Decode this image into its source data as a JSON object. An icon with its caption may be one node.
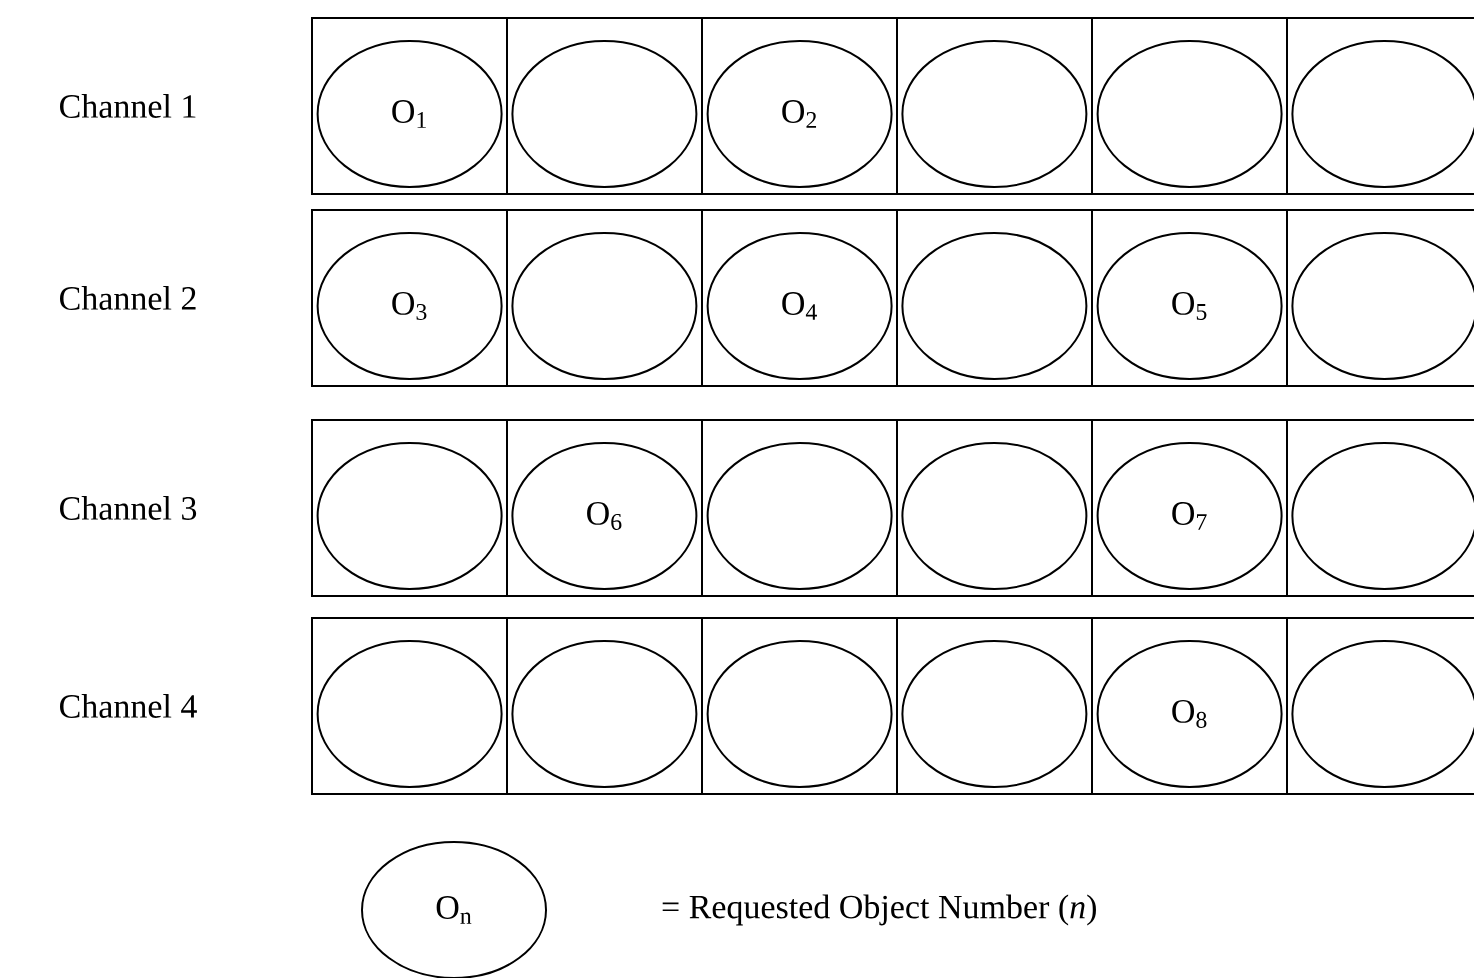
{
  "diagram": {
    "nodes": [
      {
        "text": [
          "Channel 1"
        ]
      },
      {
        "text": [
          "O$_{1}$"
        ],
        "in": 0
      },
      {
        "text": [],
        "shape": "circle",
        "in": 0
      },
      {
        "text": [
          "O$_{2}$"
        ],
        "in": 0
      },
      {
        "text": [],
        "shape": "circle",
        "in": 0
      },
      {
        "text": [],
        "shape": "circle",
        "in": 0
      },
      {
        "text": [],
        "shape": "circle",
        "in": 0
      },
      {
        "text": [
          "Channel 2"
        ]
      },
      {
        "text": [
          "O$_{3}$"
        ],
        "in": 7
      },
      {
        "text": [],
        "shape": "circle",
        "in": 7
      },
      {
        "text": [
          "O$_{4}$"
        ],
        "in": 7
      },
      {
        "text": [],
        "shape": "circle",
        "in": 7
      },
      {
        "text": [
          "O$_{5}$"
        ],
        "in": 7
      },
      {
        "text": [],
        "shape": "circle",
        "in": 7
      },
      {
        "text": [
          "Channel 3"
        ]
      },
      {
        "text": [],
        "shape": "circle",
        "in": 14
      },
      {
        "text": [
          "O$_{6}$"
        ],
        "in": 14
      },
      {
        "text": [],
        "shape": "circle",
        "in": 14
      },
      {
        "text": [],
        "shape": "circle",
        "in": 14
      },
      {
        "text": [
          "O$_{7}$"
        ],
        "in": 14
      },
      {
        "text": [],
        "shape": "circle",
        "in": 14
      },
      {
        "text": [
          "Channel 4"
        ]
      },
      {
        "text": [],
        "shape": "circle",
        "in": 21
      },
      {
        "text": [],
        "shape": "circle",
        "in": 21
      },
      {
        "text": [],
        "shape": "circle",
        "in": 21
      },
      {
        "text": [],
        "shape": "circle",
        "in": 21
      },
      {
        "text": [
          "O$_{8}$"
        ],
        "in": 21
      },
      {
        "text": [],
        "shape": "circle",
        "in": 21
      },
      {
        "text": [
          "O$_{n}$"
        ],
        "beside": [
          "= Requested Object Number (*n*)"
        ]
      }
    ]
  }
}
